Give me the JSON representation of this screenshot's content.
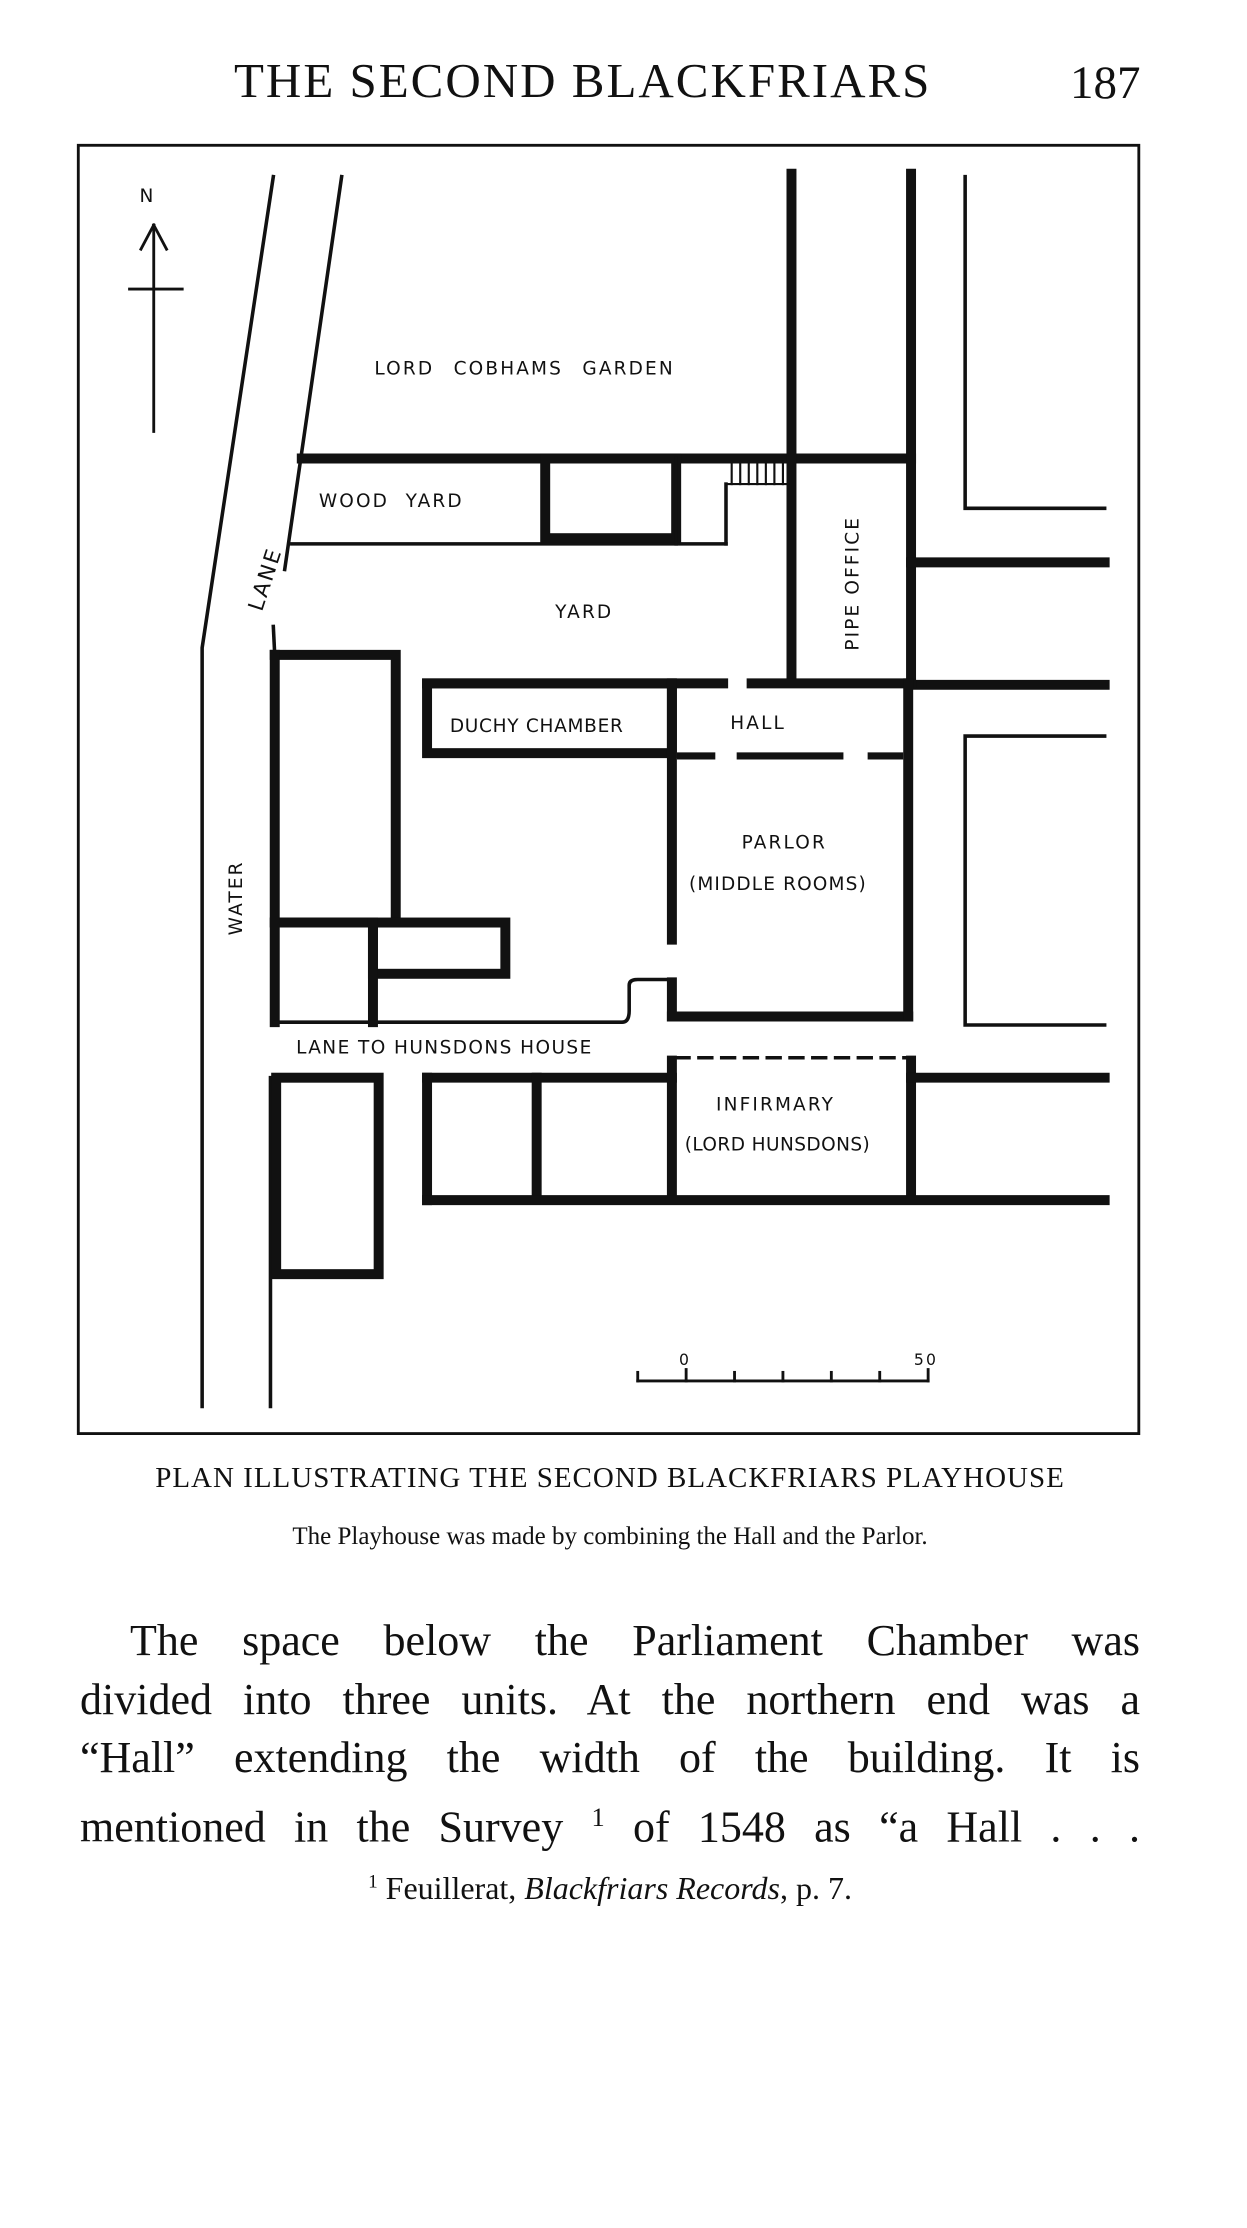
{
  "header": {
    "running_head": "THE SECOND BLACKFRIARS",
    "page_number": "187"
  },
  "plan": {
    "north": "N",
    "labels": {
      "garden": "LORD COBHAMS GARDEN",
      "wood_yard": "WOOD YARD",
      "lane": "LANE",
      "yard": "YARD",
      "pipe_office": "PIPE OFFICE",
      "duchy": "DUCHY CHAMBER",
      "hall": "HALL",
      "parlor": "PARLOR",
      "parlor_sub": "(MIDDLE ROOMS)",
      "water": "WATER",
      "lane_hunsdon": "LANE TO HUNSDONS HOUSE",
      "infirmary": "INFIRMARY",
      "infirmary_sub": "(LORD HUNSDONS)"
    },
    "scale": {
      "start": "0",
      "end": "50"
    }
  },
  "caption": {
    "title": "PLAN ILLUSTRATING THE SECOND BLACKFRIARS PLAYHOUSE",
    "subtitle": "The Playhouse was made by combining the Hall and the Parlor."
  },
  "body": {
    "lines": [
      "The space below the Parliament Chamber was",
      "divided into three units.  At the northern end was a",
      "“Hall” extending the width of the building.  It is"
    ],
    "line4_a": "mentioned in the Survey",
    "line4_sup": "1",
    "line4_b": " of 1548 as “a Hall . . ."
  },
  "footnote": {
    "marker": "1",
    "author": " Feuillerat, ",
    "title": "Blackfriars Records",
    "rest": ", p. 7."
  }
}
